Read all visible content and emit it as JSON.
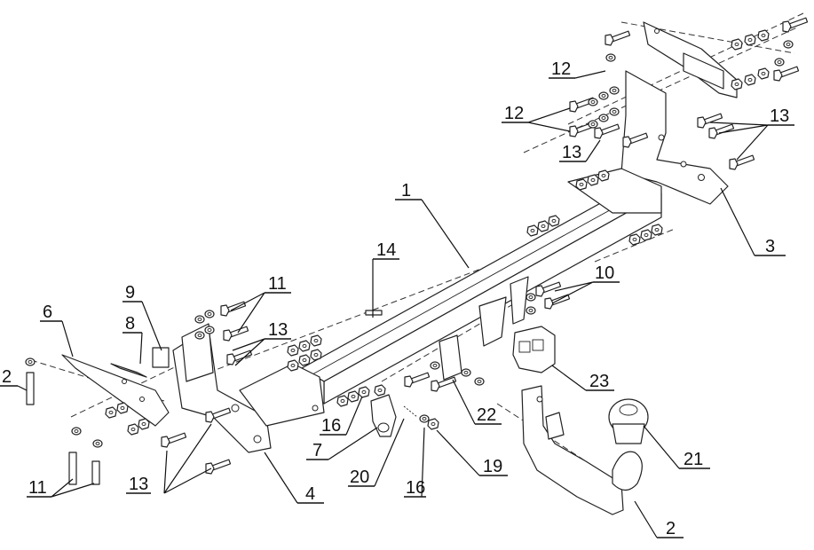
{
  "diagram": {
    "labels": {
      "l1": "1",
      "l2a": "2",
      "l2b": "2",
      "l3": "3",
      "l4": "4",
      "l6": "6",
      "l7": "7",
      "l8": "8",
      "l9": "9",
      "l10": "10",
      "l11a": "11",
      "l11b": "11",
      "l12a": "12",
      "l12b": "12",
      "l13a": "13",
      "l13b": "13",
      "l13c": "13",
      "l13d": "13",
      "l14": "14",
      "l16a": "16",
      "l16b": "16",
      "l19": "19",
      "l20": "20",
      "l21": "21",
      "l22": "22",
      "l23": "23"
    }
  }
}
